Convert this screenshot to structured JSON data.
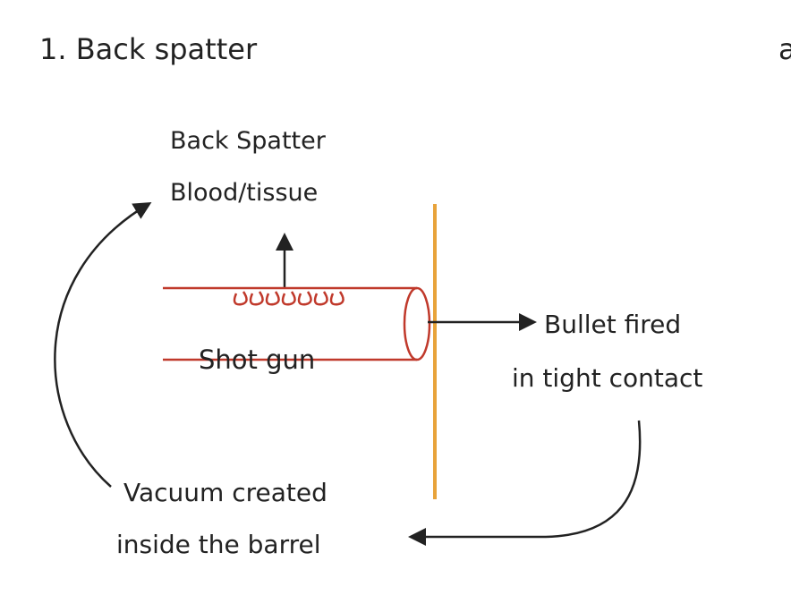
{
  "heading": "1. Back spatter",
  "cut_off_char": "a",
  "labels": {
    "back_spatter_line1": "Back Spatter",
    "back_spatter_line2": "Blood/tissue",
    "shot_gun": "Shot gun",
    "bullet_line1": "Bullet fired",
    "bullet_line2": "in tight contact",
    "vacuum_line1": "Vacuum created",
    "vacuum_line2": "inside the barrel"
  },
  "colors": {
    "ink": "#222222",
    "barrel": "#c0392b",
    "surface": "#e8a33a"
  }
}
